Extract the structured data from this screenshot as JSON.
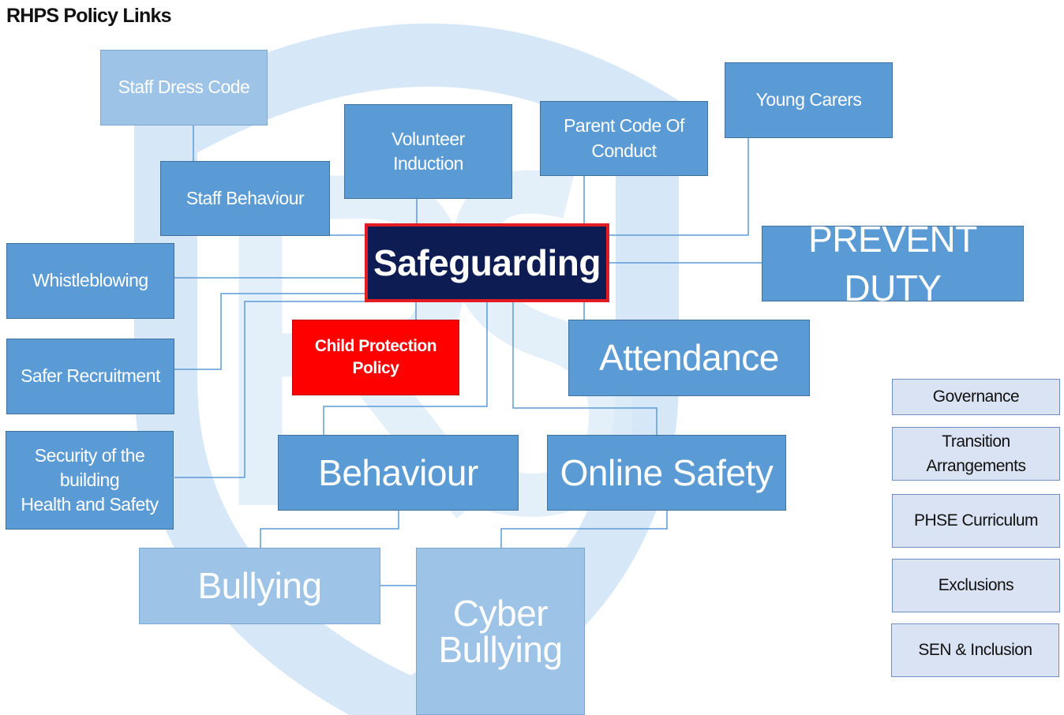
{
  "page": {
    "title": "RHPS Policy Links"
  },
  "nodes": {
    "safeguarding": "Safeguarding",
    "staff_dress_code": "Staff Dress Code",
    "staff_behaviour": "Staff Behaviour",
    "volunteer_induction": "Volunteer\nInduction",
    "parent_code": "Parent Code Of\nConduct",
    "young_carers": "Young Carers",
    "prevent_duty": "PREVENT DUTY",
    "whistleblowing": "Whistleblowing",
    "safer_recruitment": "Safer Recruitment",
    "security": "Security of the\nbuilding\nHealth and Safety",
    "child_protection": "Child Protection\nPolicy",
    "attendance": "Attendance",
    "behaviour": "Behaviour",
    "online_safety": "Online Safety",
    "bullying": "Bullying",
    "cyber_bullying": "Cyber\nBullying"
  },
  "side_panel": {
    "governance": "Governance",
    "transition": "Transition\nArrangements",
    "phse": "PHSE Curriculum",
    "exclusions": "Exclusions",
    "sen": "SEN & Inclusion"
  }
}
